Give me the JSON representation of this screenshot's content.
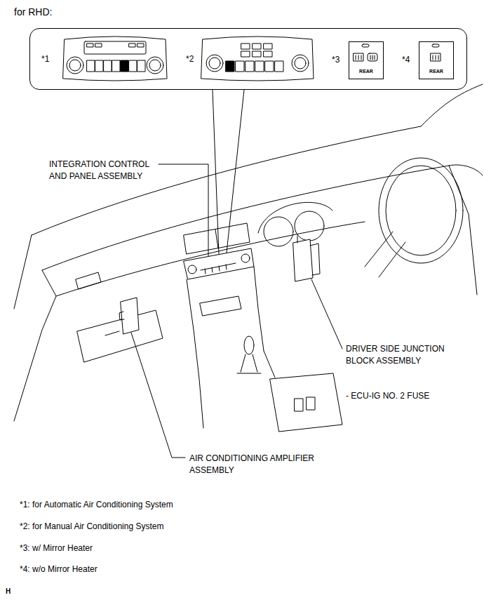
{
  "diagram": {
    "title": "for RHD:",
    "nodes": [
      {
        "text": [
          "*1",
          "*2"
        ]
      },
      {
        "text": [
          "*3",
          "REAR"
        ],
        "in": 0
      },
      {
        "text": [
          "*4",
          "REAR"
        ],
        "in": 0
      }
    ],
    "labels": [
      "INTEGRATION CONTROL AND PANEL ASSEMBLY",
      "DRIVER SIDE JUNCTION BLOCK ASSEMBLY",
      "- ECU-IG NO. 2 FUSE",
      "AIR CONDITIONING AMPLIFIER ASSEMBLY",
      "*1: for Automatic Air Conditioning System",
      "*2: for Manual Air Conditioning System",
      "*3: w/ Mirror Heater",
      "*4: w/o Mirror Heater",
      "H"
    ]
  }
}
